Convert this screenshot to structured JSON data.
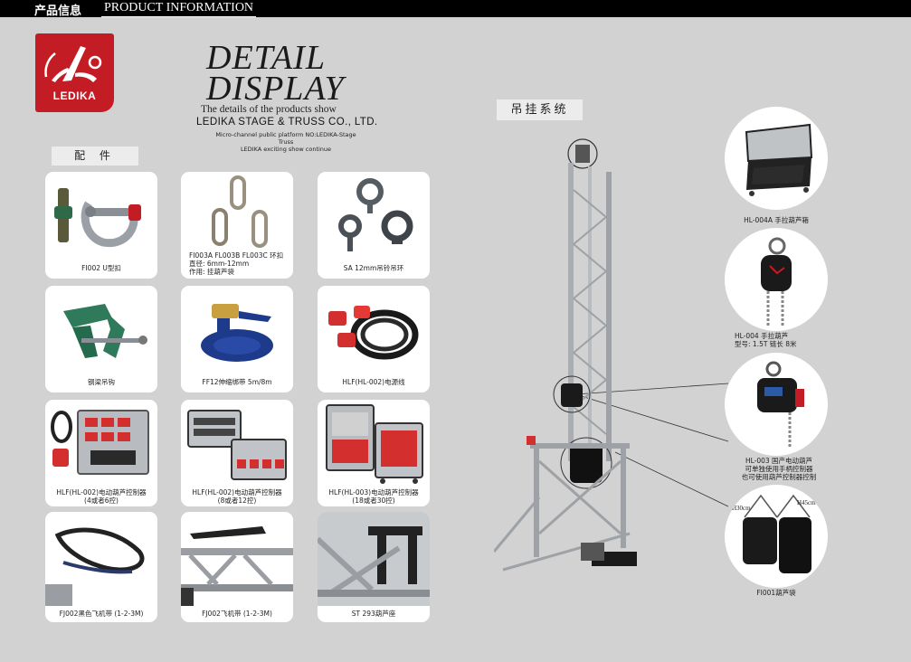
{
  "header": {
    "cn": "产品信息",
    "en": "PRODUCT INFORMATION"
  },
  "logo": {
    "word": "LEDIKA"
  },
  "title": {
    "line1": "DETAIL",
    "line2": "DISPLAY",
    "tagline": "The details of the products show",
    "company": "LEDIKA STAGE & TRUSS CO., LTD.",
    "platform": "Micro-channel public platform NO:LEDIKA-Stage Truss",
    "slogan": "LEDIKA exciting show continue"
  },
  "sections": {
    "accessories": "配 件",
    "hoisting": "吊挂系统"
  },
  "cards": [
    {
      "caption": "FI002 U型扣"
    },
    {
      "caption_lines": [
        "FI003A FL003B FL003C 环扣",
        "直径: 6mm-12mm",
        "作用: 挂葫芦袋"
      ]
    },
    {
      "caption": "SA 12mm吊铃吊环"
    },
    {
      "caption": "钢梁吊钩"
    },
    {
      "caption": "FF12伸缩绑带 5m/8m"
    },
    {
      "caption": "HLF(HL-002)电源线"
    },
    {
      "caption_lines": [
        "HLF(HL-002)电动葫芦控制器",
        "(4或者6控)"
      ]
    },
    {
      "caption_lines": [
        "HLF(HL-002)电动葫芦控制器",
        "(8或者12控)"
      ]
    },
    {
      "caption_lines": [
        "HLF(HL-003)电动葫芦控制器",
        "(18或者30控)"
      ]
    },
    {
      "caption": "FJ002黑色飞机带 (1-2-3M)"
    },
    {
      "caption": "FJ002飞机带 (1-2-3M)"
    },
    {
      "caption": "ST 293葫芦座"
    }
  ],
  "products": [
    {
      "caption_lines": [
        "HL-004A 手拉葫芦箱"
      ]
    },
    {
      "caption_lines": [
        "HL-004 手拉葫芦",
        "型号: 1.5T 链长 8米"
      ]
    },
    {
      "caption_lines": [
        "HL-003 国产电动葫芦",
        "可单独使用手柄控制器",
        "也可使用葫芦控制器控制"
      ]
    },
    {
      "caption_lines": [
        "FI001葫芦袋"
      ],
      "dim_a": "H30cm",
      "dim_b": "H45cm"
    }
  ],
  "colors": {
    "brand_red": "#c41c24",
    "background": "#d2d2d2",
    "header": "#000000"
  }
}
